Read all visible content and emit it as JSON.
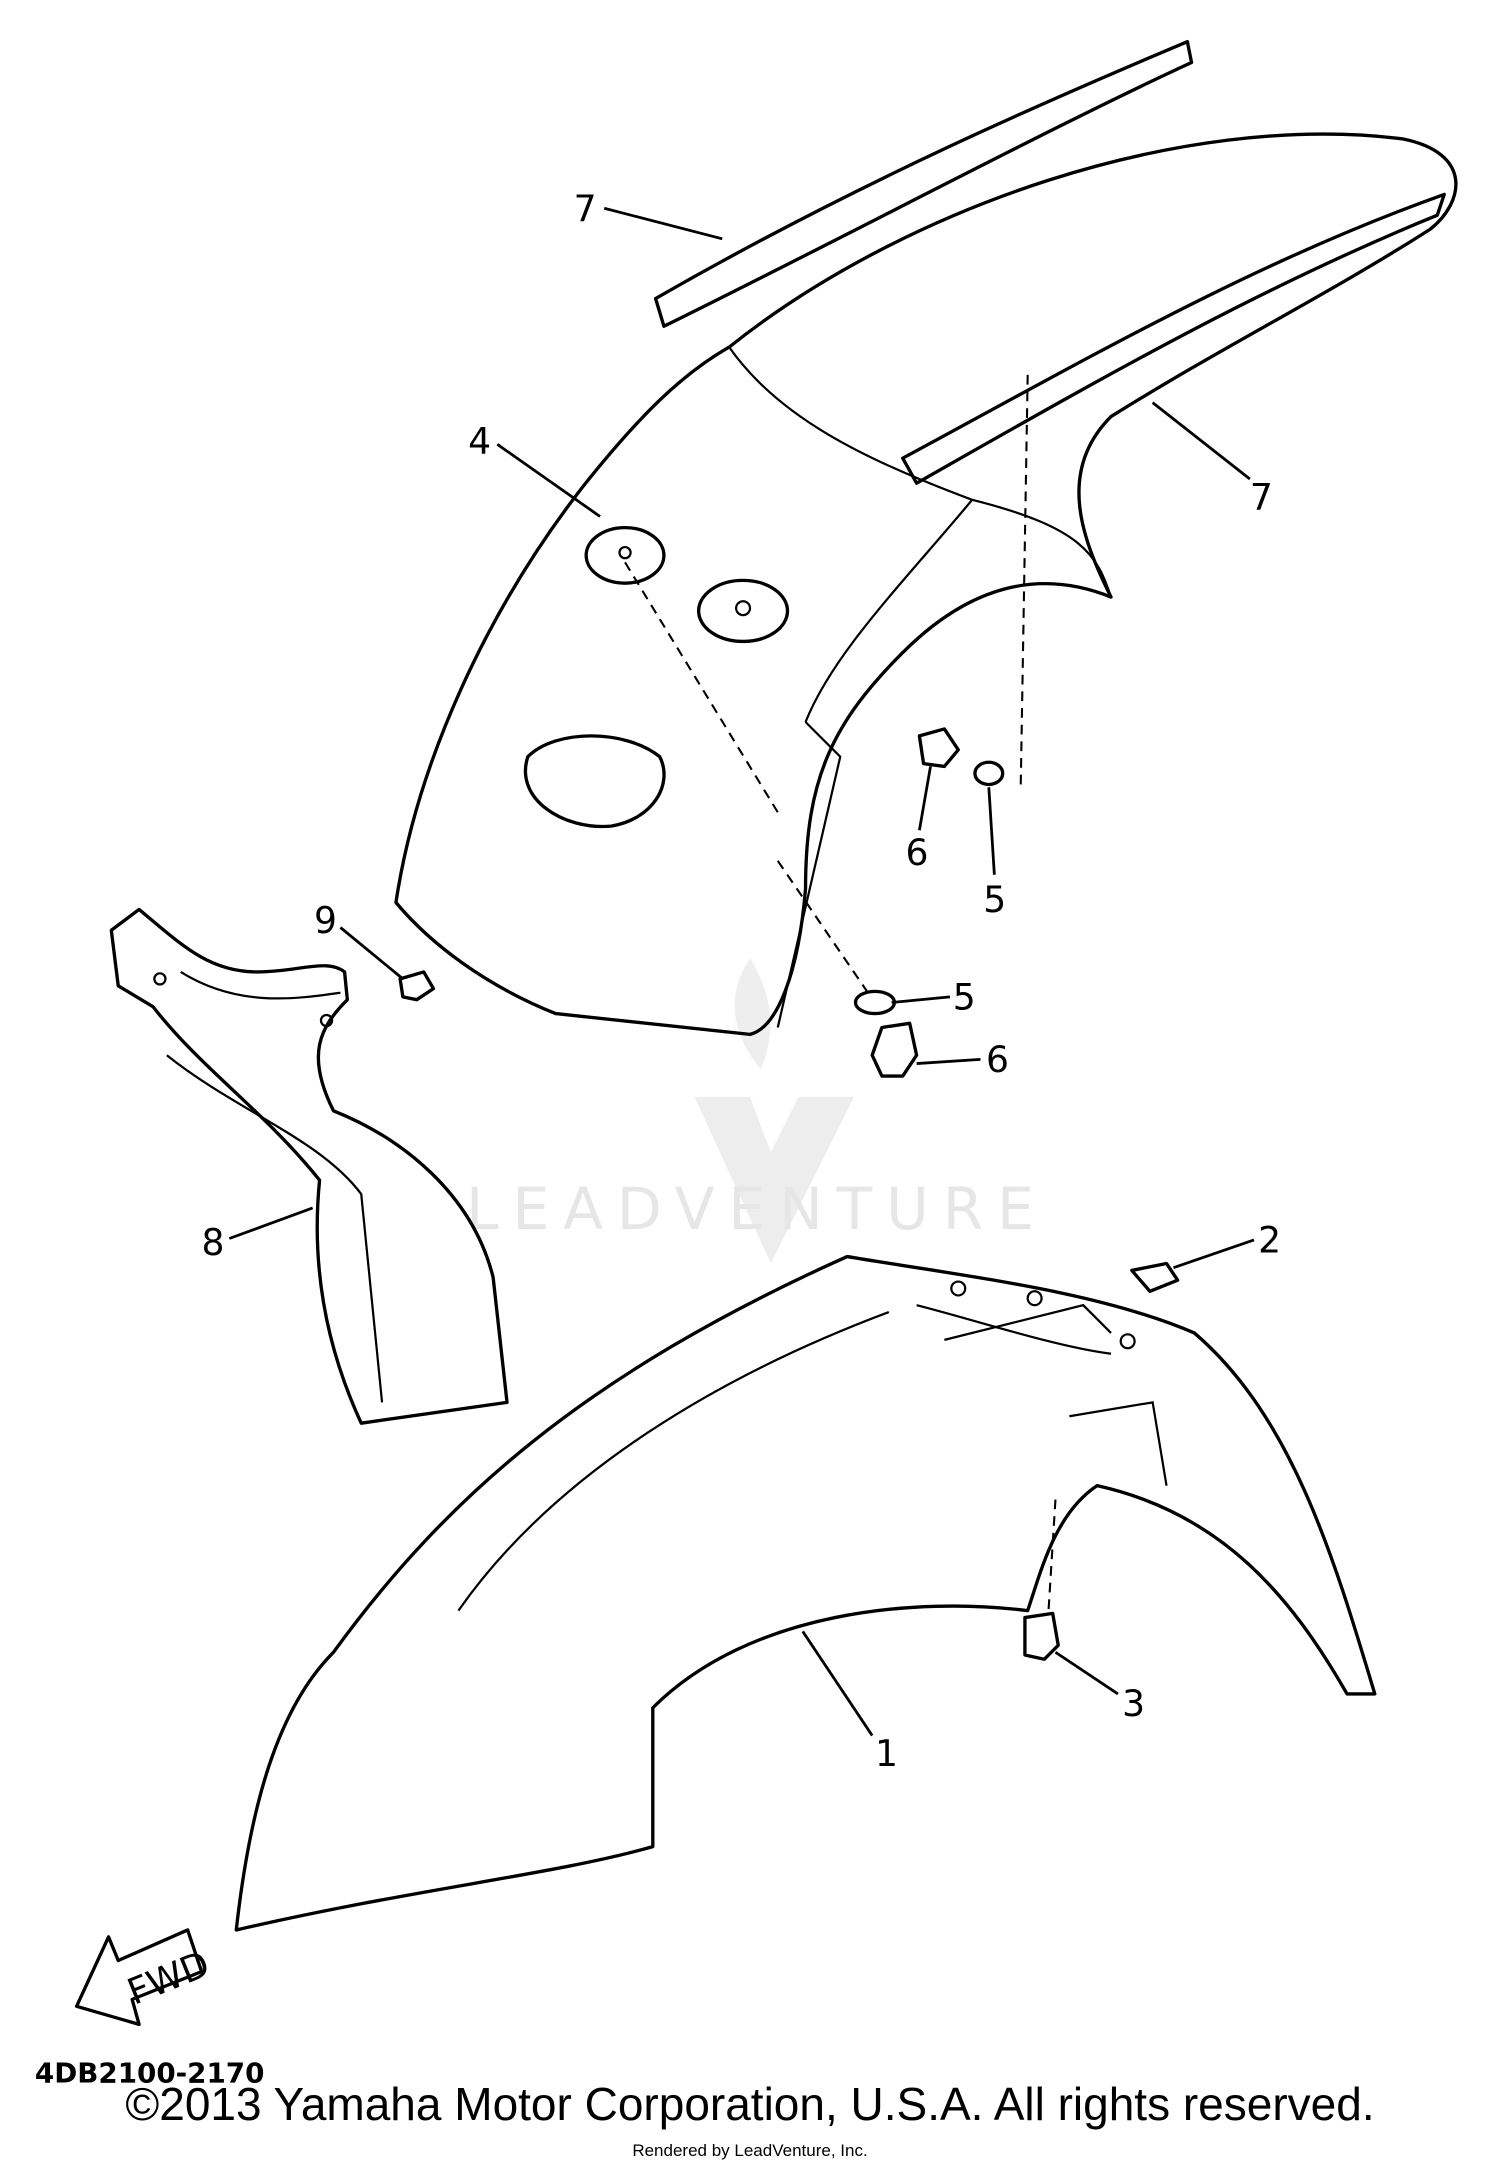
{
  "diagram": {
    "callouts": [
      {
        "label": "1",
        "part": "front-fender"
      },
      {
        "label": "2",
        "part": "nut"
      },
      {
        "label": "3",
        "part": "bolt"
      },
      {
        "label": "4",
        "part": "fender"
      },
      {
        "label": "5",
        "part": "washer"
      },
      {
        "label": "6",
        "part": "bolt"
      },
      {
        "label": "7",
        "part": "graphic"
      },
      {
        "label": "8",
        "part": "mud-guard"
      },
      {
        "label": "9",
        "part": "bolt"
      }
    ],
    "direction_arrow": "FWD",
    "part_code": "4DB2100-2170",
    "watermark": "LEADVENTURE"
  },
  "footer": {
    "copyright": "©2013 Yamaha Motor Corporation, U.S.A. All rights reserved.",
    "rendered_by": "Rendered by LeadVenture, Inc."
  }
}
